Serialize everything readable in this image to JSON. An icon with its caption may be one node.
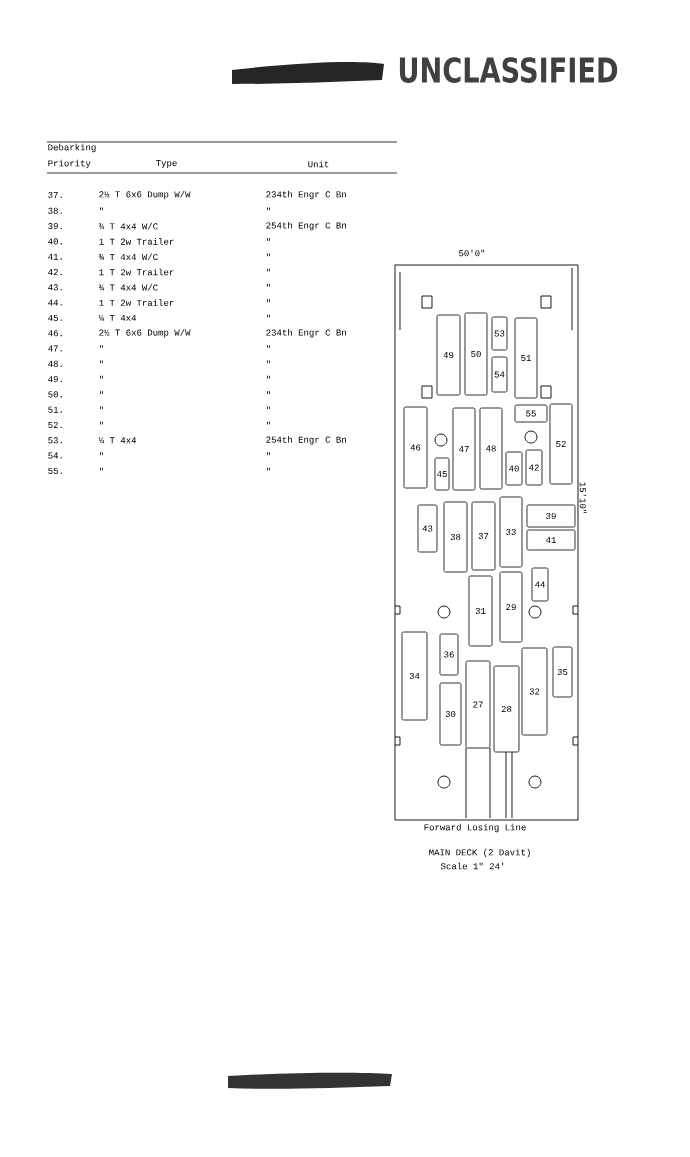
{
  "diagram": {
    "nodes": [
      {
        "text": [
          "49"
        ]
      },
      {
        "text": [
          "50"
        ]
      },
      {
        "text": [
          "53"
        ]
      },
      {
        "text": [
          "51"
        ]
      },
      {
        "text": [
          "54"
        ]
      },
      {
        "text": [
          "55"
        ]
      },
      {
        "text": [
          "46"
        ]
      },
      {
        "text": [
          "47"
        ]
      },
      {
        "text": [
          "48"
        ]
      },
      {
        "text": [
          "40"
        ]
      },
      {
        "text": [
          "42"
        ]
      },
      {
        "text": [
          "52"
        ]
      },
      {
        "text": [
          "45"
        ]
      },
      {
        "text": [
          "43"
        ]
      },
      {
        "text": [
          "38"
        ]
      },
      {
        "text": [
          "37"
        ]
      },
      {
        "text": [
          "33"
        ]
      },
      {
        "text": [
          "39"
        ]
      },
      {
        "text": [
          "41"
        ]
      },
      {
        "text": [
          "44"
        ]
      },
      {
        "text": [
          "31"
        ]
      },
      {
        "text": [
          "29"
        ]
      },
      {
        "text": [
          "34"
        ]
      },
      {
        "text": [
          "36"
        ]
      },
      {
        "text": [
          "35"
        ]
      },
      {
        "text": [
          "30"
        ]
      },
      {
        "text": [
          "27"
        ]
      },
      {
        "text": [
          "28"
        ]
      },
      {
        "text": [
          "32"
        ]
      }
    ],
    "edges": [],
    "labels": [
      "UNCLASSIFIED",
      "Debarking",
      "Priority",
      "Type",
      "Unit",
      "37.",
      "2½ T 6x6 Dump W/W",
      "234th Engr C Bn",
      "38.",
      "\"",
      "\"",
      "39.",
      "¾ T 4x4 W/C",
      "254th Engr C Bn",
      "40.",
      "1 T 2w Trailer",
      "\"",
      "41.",
      "¾ T 4x4 W/C",
      "\"",
      "42.",
      "1 T 2w Trailer",
      "\"",
      "43.",
      "¾ T 4x4 W/C",
      "\"",
      "44.",
      "1 T 2w Trailer",
      "\"",
      "45.",
      "¼ T 4x4",
      "\"",
      "46.",
      "2½ T 6x6 Dump W/W",
      "234th Engr C Bn",
      "47.",
      "\"",
      "\"",
      "48.",
      "\"",
      "\"",
      "49.",
      "\"",
      "\"",
      "50.",
      "\"",
      "\"",
      "51.",
      "\"",
      "\"",
      "52.",
      "\"",
      "\"",
      "53.",
      "¼ T 4x4",
      "254th Engr C Bn",
      "54.",
      "\"",
      "\"",
      "55.",
      "\"",
      "\"",
      "50'0\"",
      "15'10\"",
      "Forward Losing Line",
      "MAIN DECK (2 Davit)",
      "Scale 1\" 24'"
    ]
  }
}
